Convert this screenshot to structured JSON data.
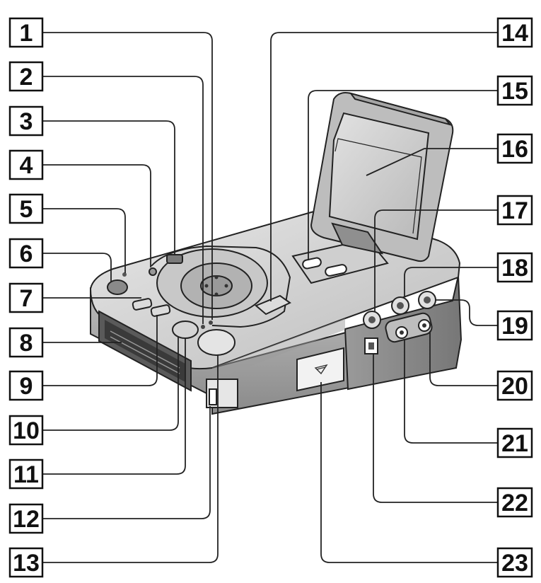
{
  "diagram": {
    "labels": [
      "1",
      "2",
      "3",
      "4",
      "5",
      "6",
      "7",
      "8",
      "9",
      "10",
      "11",
      "12",
      "13",
      "14",
      "15",
      "16",
      "17",
      "18",
      "19",
      "20",
      "21",
      "22",
      "23"
    ]
  },
  "colors": {
    "ink": "#111111",
    "body_light": "#d9d9d9",
    "body_mid": "#a9a9a9",
    "body_dark": "#6e6e6e",
    "screen": "#cfcfcf",
    "background": "#ffffff"
  }
}
